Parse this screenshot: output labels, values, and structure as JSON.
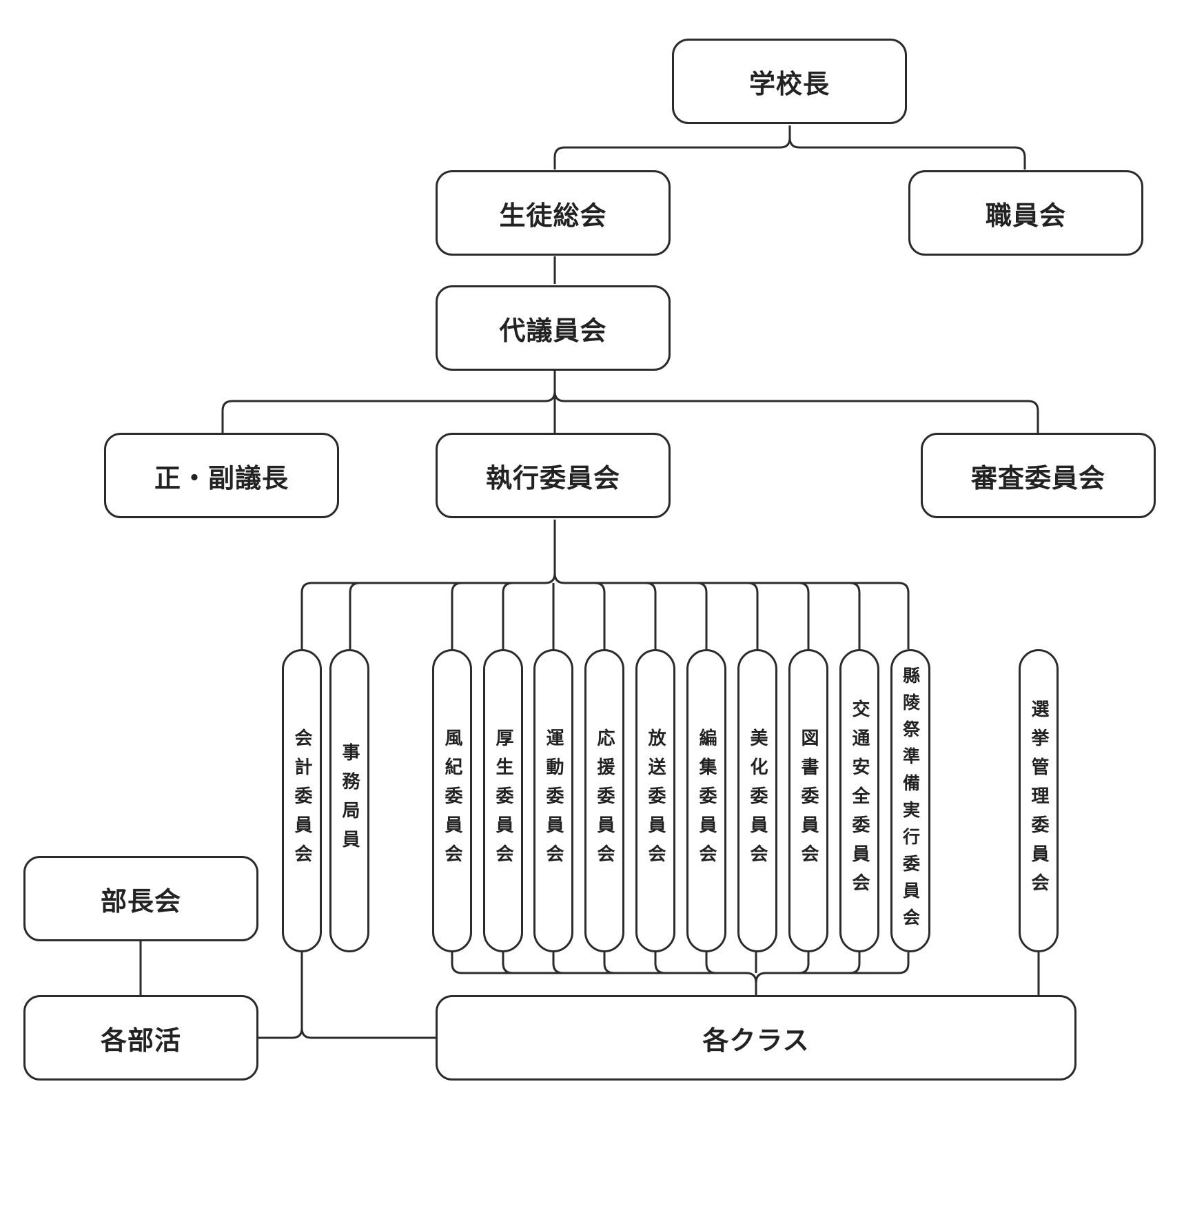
{
  "nodes": {
    "principal": "学校長",
    "general_assembly": "生徒総会",
    "staff_meeting": "職員会",
    "representative_council": "代議員会",
    "chair": "正・副議長",
    "executive_committee": "執行委員会",
    "audit_committee": "審査委員会",
    "accounting_committee": "会計委員会",
    "secretariat": "事務局員",
    "discipline_committee": "風紀委員会",
    "welfare_committee": "厚生委員会",
    "sports_committee": "運動委員会",
    "cheering_committee": "応援委員会",
    "broadcast_committee": "放送委員会",
    "editorial_committee": "編集委員会",
    "beautification_committee": "美化委員会",
    "library_committee": "図書委員会",
    "traffic_safety_committee": "交通安全委員会",
    "festival_committee": "縣陵祭準備実行委員会",
    "election_committee": "選挙管理委員会",
    "club_leaders": "部長会",
    "clubs": "各部活",
    "classes": "各クラス"
  }
}
